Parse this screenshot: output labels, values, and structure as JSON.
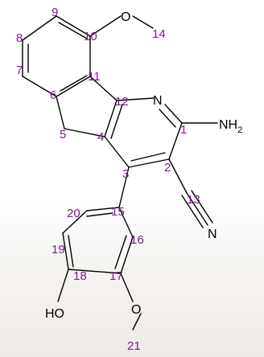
{
  "molecule": {
    "atoms": [
      {
        "id": "O1",
        "symbol": "O"
      },
      {
        "id": "N1",
        "symbol": "N"
      },
      {
        "id": "NH2",
        "symbol": "NH",
        "sub": "2"
      },
      {
        "id": "N2",
        "symbol": "N"
      },
      {
        "id": "O2",
        "symbol": "O"
      },
      {
        "id": "HO",
        "symbol": "HO"
      }
    ],
    "numbers": [
      "1",
      "2",
      "3",
      "4",
      "5",
      "6",
      "7",
      "8",
      "9",
      "10",
      "11",
      "12",
      "13",
      "14",
      "15",
      "16",
      "17",
      "18",
      "19",
      "20",
      "21"
    ]
  },
  "colors": {
    "bond": "#000000",
    "atom_text": "#000000",
    "number_text": "#7a1f86"
  }
}
